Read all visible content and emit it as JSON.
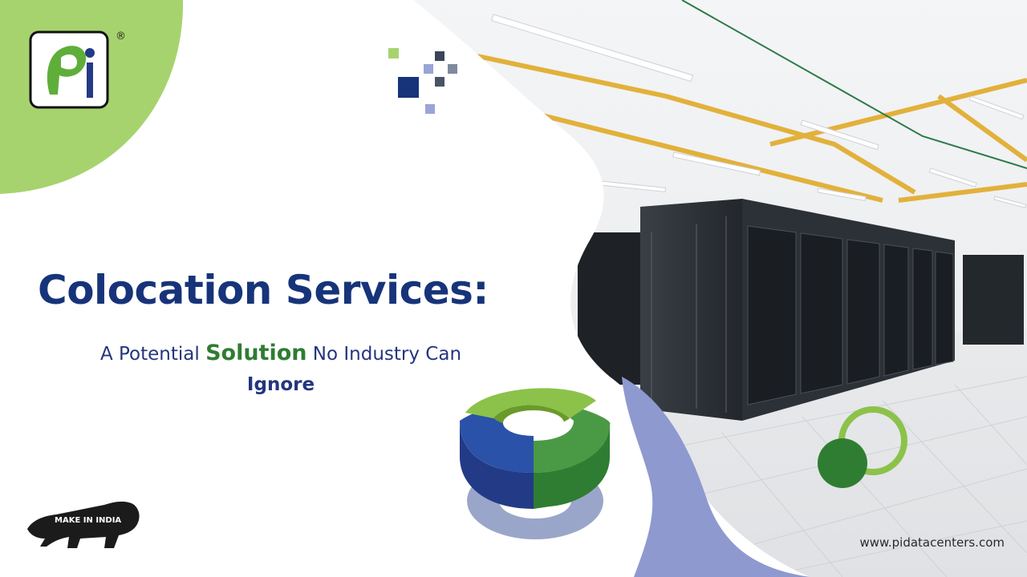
{
  "headline": {
    "title": "Colocation Services:",
    "subtitle_before": "A Potential ",
    "subtitle_highlight": "Solution",
    "subtitle_middle": " No Industry Can ",
    "subtitle_end": "Ignore"
  },
  "brand": {
    "logo_text": "Pi",
    "registered": "®",
    "website": "www.pidatacenters.com",
    "make_in_india": "MAKE IN INDIA"
  },
  "colors": {
    "navy": "#17347a",
    "green": "#2f7d32",
    "lime": "#a7d36e",
    "periwinkle": "#8e99cf"
  },
  "icons": [
    "pi-logo-icon",
    "make-in-india-lion-icon",
    "pixel-squares-decoration",
    "ring-segments-graphic",
    "circle-ring-graphic"
  ]
}
